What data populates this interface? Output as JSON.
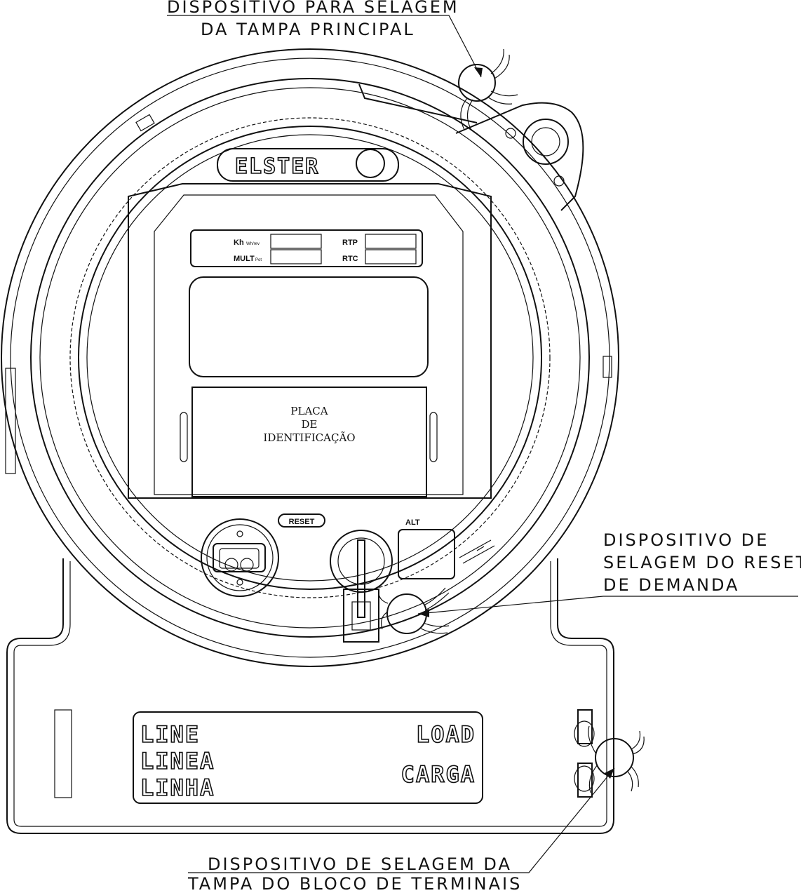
{
  "callouts": {
    "main_cover_seal_line1": "DISPOSITIVO PARA SELAGEM",
    "main_cover_seal_line2": "DA TAMPA PRINCIPAL",
    "reset_seal_line1": "DISPOSITIVO DE",
    "reset_seal_line2": "SELAGEM DO RESET",
    "reset_seal_line3": "DE DEMANDA",
    "terminal_seal_line1": "DISPOSITIVO DE SELAGEM DA",
    "terminal_seal_line2": "TAMPA DO BLOCO DE TERMINAIS"
  },
  "meter": {
    "brand": "ELSTER",
    "label_kh": "Kh",
    "label_kh_small": "Wh/rev",
    "label_mult": "MULT",
    "label_mult_small": "Pot",
    "label_rtp": "RTP",
    "label_rtc": "RTC",
    "nameplate_line1": "PLACA",
    "nameplate_line2": "DE",
    "nameplate_line3": "IDENTIFICAÇÃO",
    "reset_label": "RESET",
    "alt_label": "ALT"
  },
  "terminal_block": {
    "line_en": "LINE",
    "line_es": "LINEA",
    "line_pt": "LINHA",
    "load_en": "LOAD",
    "load_pt": "CARGA"
  }
}
